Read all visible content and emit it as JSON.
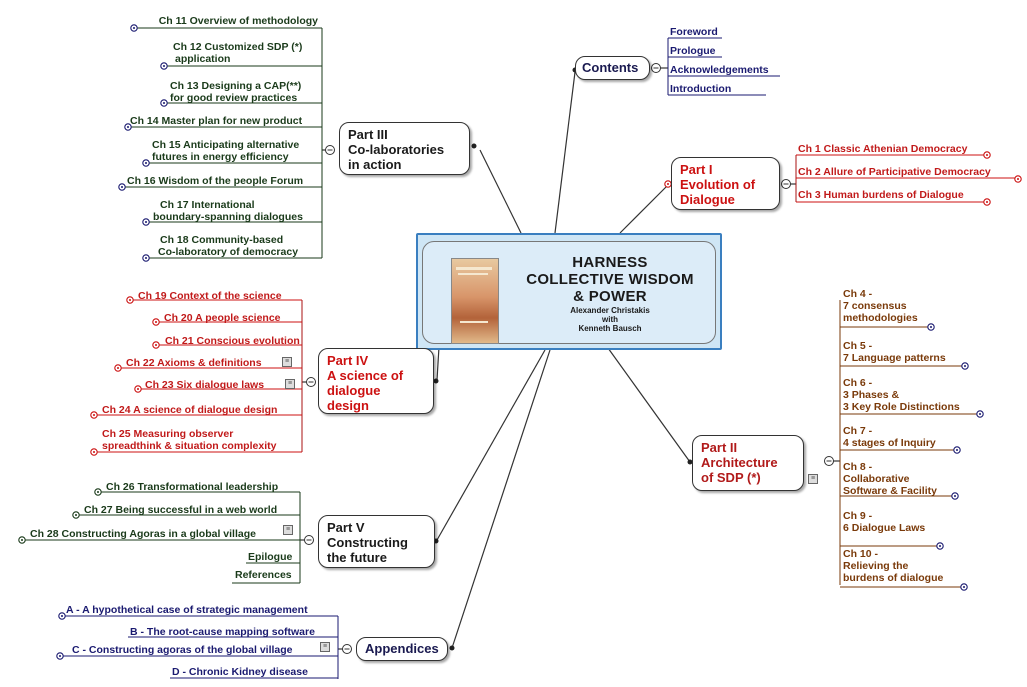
{
  "center": {
    "title_lines": [
      "HARNESS",
      "COLLECTIVE WISDOM",
      "& POWER"
    ],
    "author_lines": [
      "Alexander Christakis",
      "with",
      "Kenneth Bausch"
    ]
  },
  "contents": {
    "label": "Contents",
    "items": [
      "Foreword",
      "Prologue",
      "Acknowledgements",
      "Introduction"
    ]
  },
  "part1": {
    "lines": [
      "Part I",
      "Evolution of",
      "Dialogue"
    ],
    "items": [
      "Ch 1 Classic Athenian Democracy",
      "Ch 2 Allure of Participative Democracy",
      "Ch 3 Human burdens of Dialogue"
    ]
  },
  "part2": {
    "lines": [
      "Part II",
      "Architecture",
      "of SDP (*)"
    ],
    "items": [
      {
        "lines": [
          "Ch 4 -",
          "7 consensus",
          "methodologies"
        ]
      },
      {
        "lines": [
          "Ch 5 -",
          "7 Language patterns"
        ]
      },
      {
        "lines": [
          "Ch 6 -",
          "3 Phases &",
          "3 Key Role Distinctions"
        ]
      },
      {
        "lines": [
          "Ch 7 -",
          "4 stages of Inquiry"
        ]
      },
      {
        "lines": [
          "Ch 8 -",
          "Collaborative",
          "Software & Facility"
        ]
      },
      {
        "lines": [
          "Ch 9 -",
          "6 Dialogue Laws"
        ]
      },
      {
        "lines": [
          "Ch 10 -",
          "Relieving the",
          "burdens of dialogue"
        ]
      }
    ]
  },
  "part3": {
    "lines": [
      "Part III",
      "Co-laboratories",
      "in action"
    ],
    "items": [
      {
        "lines": [
          "Ch 11 Overview of methodology"
        ]
      },
      {
        "lines": [
          "Ch 12 Customized SDP (*)",
          "application"
        ]
      },
      {
        "lines": [
          "Ch 13 Designing a CAP(**)",
          "for good review practices"
        ]
      },
      {
        "lines": [
          "Ch 14 Master plan for new product"
        ]
      },
      {
        "lines": [
          "Ch 15 Anticipating alternative",
          "futures in energy efficiency"
        ]
      },
      {
        "lines": [
          "Ch 16 Wisdom of the people Forum"
        ]
      },
      {
        "lines": [
          "Ch 17 International",
          "boundary-spanning dialogues"
        ]
      },
      {
        "lines": [
          "Ch 18 Community-based",
          "Co-laboratory of democracy"
        ]
      }
    ]
  },
  "part4": {
    "lines": [
      "Part IV",
      "A science of",
      "dialogue",
      "design"
    ],
    "items": [
      {
        "lines": [
          "Ch 19 Context of the science"
        ]
      },
      {
        "lines": [
          "Ch 20 A people science"
        ]
      },
      {
        "lines": [
          "Ch 21 Conscious evolution"
        ]
      },
      {
        "lines": [
          "Ch 22 Axioms & definitions"
        ]
      },
      {
        "lines": [
          "Ch 23 Six dialogue laws"
        ]
      },
      {
        "lines": [
          "Ch 24 A science of dialogue design"
        ]
      },
      {
        "lines": [
          "Ch 25 Measuring observer",
          "spreadthink & situation complexity"
        ]
      }
    ]
  },
  "part5": {
    "lines": [
      "Part V",
      "Constructing",
      "the future"
    ],
    "items": [
      "Ch 26 Transformational leadership",
      "Ch 27 Being successful in a web world",
      "Ch 28 Constructing Agoras in a global village",
      "Epilogue",
      "References"
    ]
  },
  "appendices": {
    "label": "Appendices",
    "items": [
      "A - A hypothetical case of strategic management",
      "B - The root-cause mapping software",
      "C - Constructing agoras of the global village",
      "D - Chronic Kidney disease"
    ]
  },
  "colors": {
    "red": "#cc1111",
    "navy": "#1a1a50",
    "green_text": "#1a3a1a",
    "brown_text": "#7a3a0a",
    "center_fill": "#cfe6f5",
    "center_border": "#3a7fc0"
  }
}
